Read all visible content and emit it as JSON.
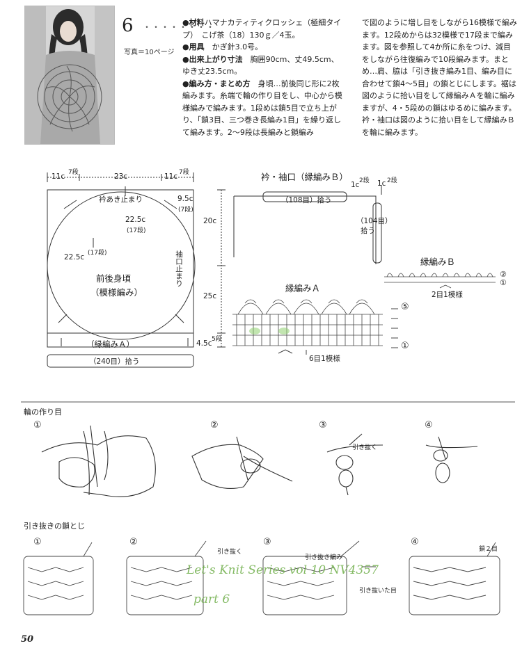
{
  "header": {
    "pattern_number": "6",
    "photo_ref": "写真＝10ページ"
  },
  "instructions": {
    "materials_label": "●材料",
    "materials_text": "ハマナカティティクロッシェ（極細タイプ）　こげ茶（18）130ｇ／4玉。",
    "tools_label": "●用具",
    "tools_text": "かぎ針3.0号。",
    "size_label": "●出来上がり寸法",
    "size_text": "胸囲90cm、丈49.5cm、ゆき丈23.5cm。",
    "method_label": "●編み方・まとめ方",
    "method_text": "身頃…前後同じ形に2枚編みます。糸端で輪の作り目をし、中心から模様編みで編みます。1段めは鎖5目で立ち上がり、「鎖3目、三つ巻き長編み1目」を繰り返して編みます。2〜9段は長編みと鎖編み",
    "col2_text": "で図のように増し目をしながら16模様で編みます。12段めからは32模様で17段まで編みます。図を参照して4か所に糸をつけ、減目をしながら往復編みで10段編みます。まとめ…肩、脇は「引き抜き編み1目、編み目に合わせて鎖4〜5目」の鎖とじにします。裾は図のように拾い目をして縁編みＡを輪に編みますが、4・5段めの鎖はゆるめに編みます。衿・袖口は図のように拾い目をして縁編みＢを輪に編みます。"
  },
  "body_diagram": {
    "top_left": "11c",
    "top_left_rows": "7段",
    "top_mid": "23c",
    "top_right": "11c",
    "top_right_rows": "7段",
    "neck_label": "衿あき止まり",
    "right_top": "9.5c",
    "right_top_rows": "(7段)",
    "center_measure": "22.5c",
    "center_rows": "(17段)",
    "left_measure": "22.5c",
    "left_rows": "(17段)",
    "armhole_label": "袖口止まり",
    "title": "前後身頃",
    "subtitle": "（模様編み）",
    "side_top": "20c",
    "side_bottom": "25c",
    "hem_label": "（縁編みＡ）",
    "hem_measure": "4.5c",
    "hem_rows": "5段",
    "pickup": "（240目）拾う"
  },
  "collar_diagram": {
    "title": "衿・袖口（縁編みＢ）",
    "c1": "1c",
    "r1": "2段",
    "c2": "1c",
    "r2": "2段",
    "collar_pickup": "（108目）拾う",
    "sleeve_pickup_a": "（104目）",
    "sleeve_pickup_b": "拾う"
  },
  "edging_a": {
    "title": "縁編みＡ",
    "row5": "⑤",
    "row1": "①",
    "repeat": "6目1模様"
  },
  "edging_b": {
    "title": "縁編みＢ",
    "row2": "②",
    "row1": "①",
    "repeat": "2目1模様"
  },
  "ring_section": {
    "title": "輪の作り目",
    "steps": [
      "①",
      "②",
      "③",
      "④"
    ],
    "pull_label": "引き抜く"
  },
  "chain_section": {
    "title": "引き抜きの鎖とじ",
    "steps": [
      "①",
      "②",
      "③",
      "④"
    ],
    "pull": "引き抜く",
    "pull_st": "引き抜き編み",
    "pulled": "引き抜いた目",
    "chain2": "鎖２目"
  },
  "watermark": {
    "line1": "Let's Knit Series vol 10 NV4357",
    "line2": "part 6"
  },
  "page_number": "50"
}
